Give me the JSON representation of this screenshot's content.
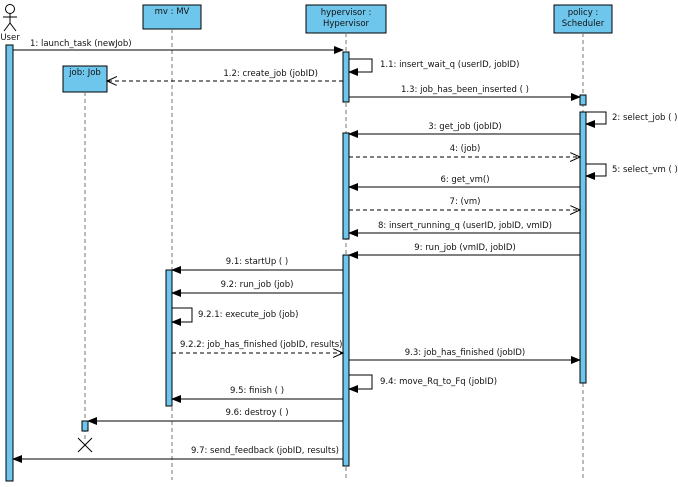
{
  "colors": {
    "box_fill": "#6ec6ec",
    "line": "#000000",
    "lifeline": "#777777"
  },
  "actor": {
    "label": "User"
  },
  "participants": {
    "mv": {
      "label": "mv : MV"
    },
    "hypervisor": {
      "line1": "hypervisor :",
      "line2": "Hypervisor"
    },
    "scheduler": {
      "line1": "policy :",
      "line2": "Scheduler"
    },
    "job": {
      "label": "job: Job"
    }
  },
  "messages": {
    "m1": "1: launch_task (newJob)",
    "m1_1": "1.1: insert_wait_q (userID, jobID)",
    "m1_2": "1.2: create_job (jobID)",
    "m1_3": "1.3: job_has_been_inserted ( )",
    "m2": "2: select_job ( )",
    "m3": "3: get_job (jobID)",
    "m4": "4: (job)",
    "m5": "5: select_vm ( )",
    "m6": "6: get_vm()",
    "m7": "7: (vm)",
    "m8": "8: insert_running_q (userID, jobID, vmID)",
    "m9": "9: run_job (vmID, jobID)",
    "m9_1": "9.1: startUp ( )",
    "m9_2": "9.2: run_job (job)",
    "m9_2_1": "9.2.1: execute_job (job)",
    "m9_2_2": "9.2.2: job_has_finished (jobID, results)",
    "m9_3": "9.3: job_has_finished (jobID)",
    "m9_4": "9.4: move_Rq_to_Fq (jobID)",
    "m9_5": "9.5: finish ( )",
    "m9_6": "9.6: destroy ( )",
    "m9_7": "9.7: send_feedback (jobID, results)"
  }
}
